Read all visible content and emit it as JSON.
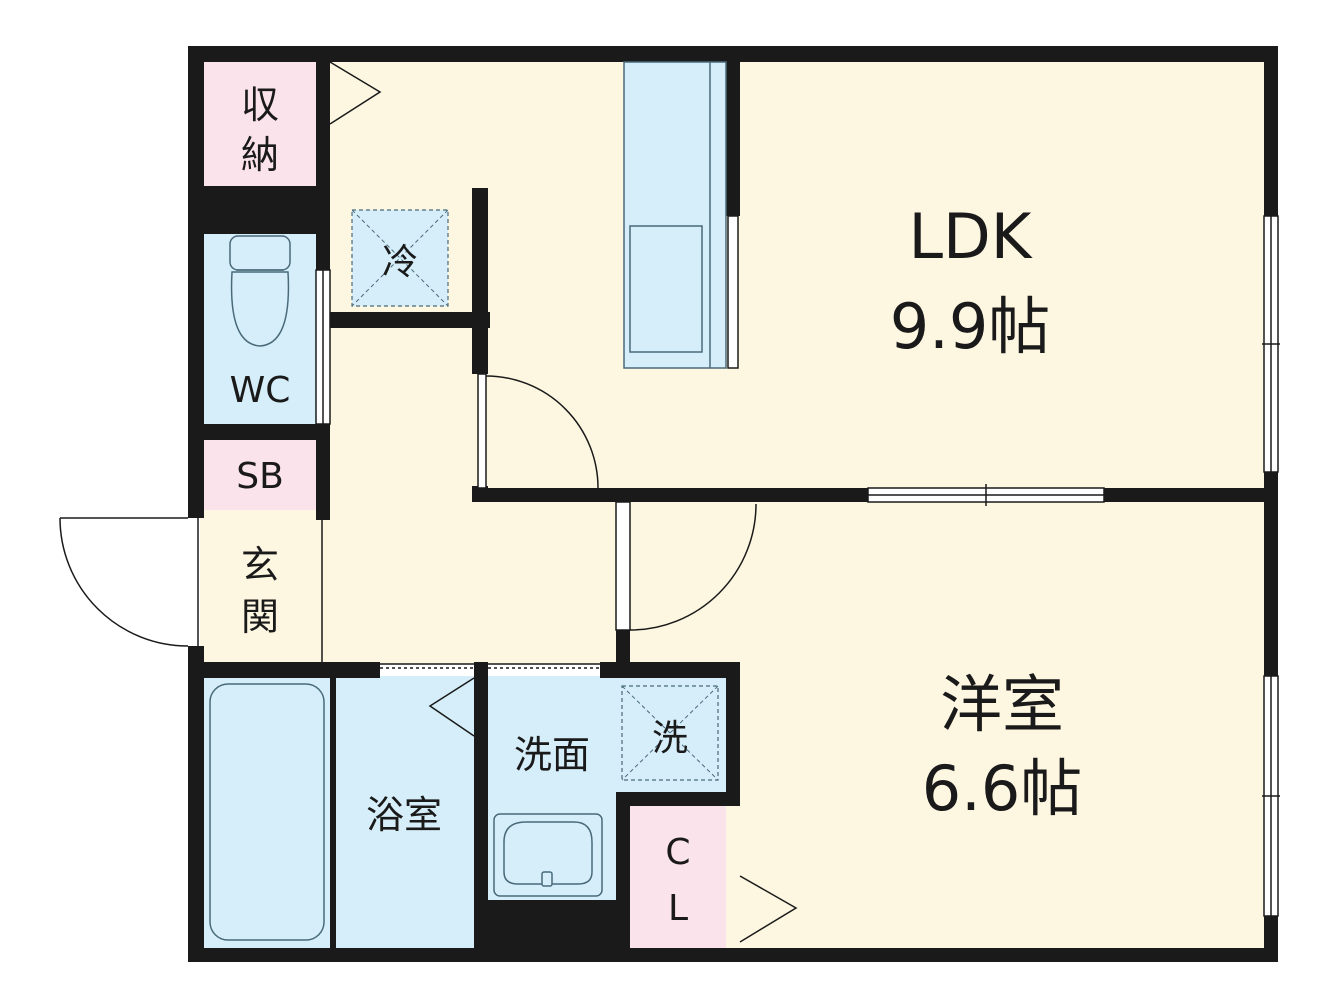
{
  "colors": {
    "wall": "#1a1a1a",
    "floor_cream": "#fdf6e1",
    "wet_blue": "#d5eef9",
    "storage_pink": "#fbe3ec",
    "fixture_stroke": "#4a6a7a",
    "background": "#ffffff"
  },
  "rooms": {
    "ldk": {
      "name": "LDK",
      "size": "9.9帖"
    },
    "western": {
      "name": "洋室",
      "size": "6.6帖"
    },
    "storage": {
      "label_1": "収",
      "label_2": "納"
    },
    "wc": {
      "label": "WC"
    },
    "shoebox": {
      "label": "SB"
    },
    "entrance": {
      "label_1": "玄",
      "label_2": "関"
    },
    "bathroom": {
      "label": "浴室"
    },
    "washroom": {
      "label": "洗面"
    },
    "closet": {
      "label_1": "C",
      "label_2": "L"
    }
  },
  "fixtures": {
    "fridge": {
      "label": "冷"
    },
    "washer": {
      "label": "洗"
    }
  }
}
